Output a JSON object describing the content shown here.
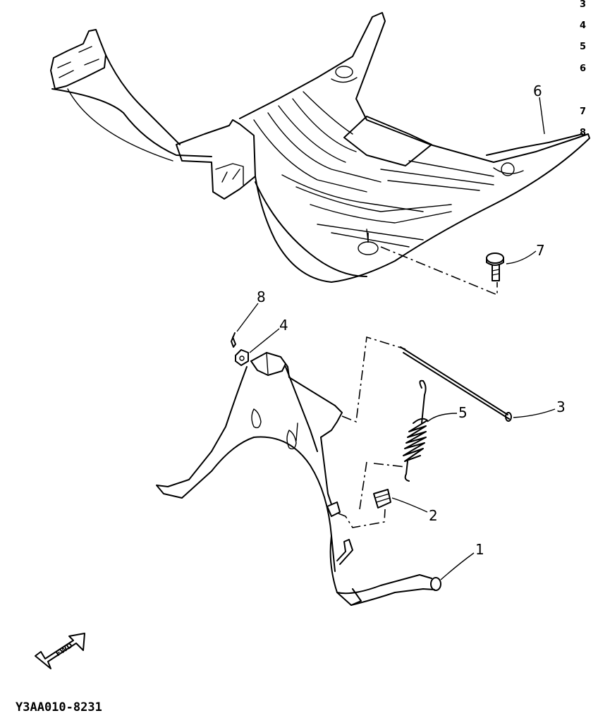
{
  "diagram_code": "Y3AA010-8231",
  "fwd_label": "FWD",
  "callouts": {
    "c1": "1",
    "c2": "2",
    "c3": "3",
    "c4": "4",
    "c5": "5",
    "c6": "6",
    "c7": "7",
    "c8": "8"
  },
  "legend_numbers": [
    "3",
    "4",
    "5",
    "6",
    "7",
    "8"
  ]
}
